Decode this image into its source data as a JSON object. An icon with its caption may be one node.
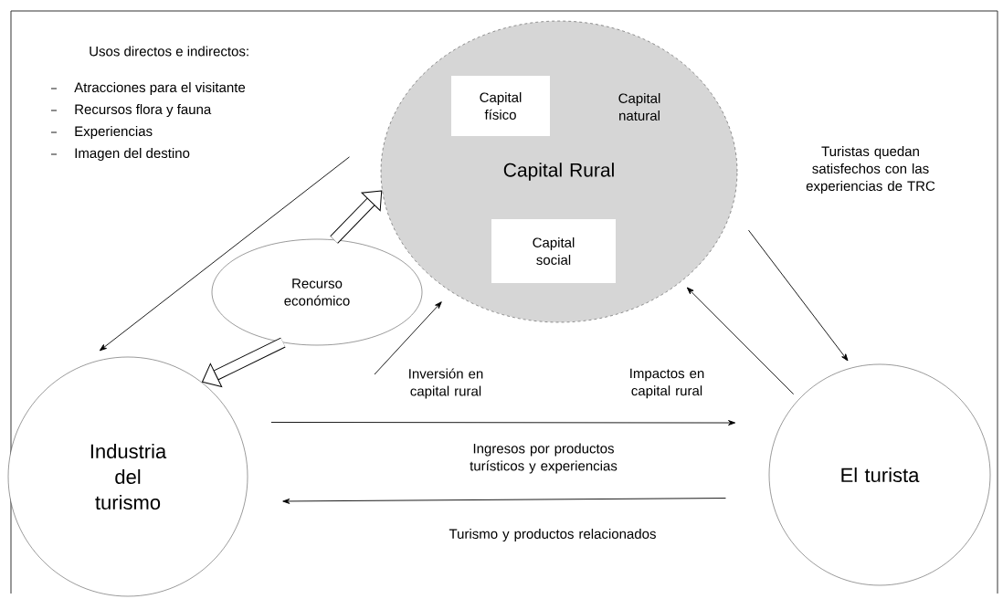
{
  "diagram": {
    "nodes": [
      {
        "text": [
          "Capital Rural"
        ]
      },
      {
        "text": [
          "Capital físico"
        ],
        "in": 0
      },
      {
        "text": [
          "Capital natural"
        ],
        "in": 0
      },
      {
        "text": [
          "Capital social"
        ],
        "in": 0
      },
      {
        "text": [
          "Recurso económico"
        ]
      },
      {
        "text": [
          "Industria del turismo"
        ]
      },
      {
        "text": [
          "El turista"
        ]
      }
    ],
    "edges": [
      {
        "from": 0,
        "to": 5,
        "arrow": "to"
      },
      {
        "from": 0,
        "to": 6,
        "arrow": "to",
        "label": "Turistas quedan satisfechos con las experiencias de TRC"
      },
      {
        "from": null,
        "to": 0,
        "arrow": "to",
        "label": "Inversión en capital rural"
      },
      {
        "from": 6,
        "to": 0,
        "arrow": "to",
        "label": "Impactos en capital rural"
      },
      {
        "from": 5,
        "to": 6,
        "arrow": "to",
        "label": "Ingresos por productos turísticos y experiencias"
      },
      {
        "from": 6,
        "to": 5,
        "arrow": "to",
        "label": "Turismo y productos relacionados"
      },
      {
        "from": 4,
        "to": 0,
        "arrow": "to",
        "style": "thick"
      },
      {
        "from": 4,
        "to": 5,
        "arrow": "to",
        "style": "thick"
      }
    ],
    "labels": [
      "Usos directos e indirectos:",
      "Atracciones para el visitante",
      "Recursos flora y fauna",
      "Experiencias",
      "Imagen del destino"
    ]
  }
}
